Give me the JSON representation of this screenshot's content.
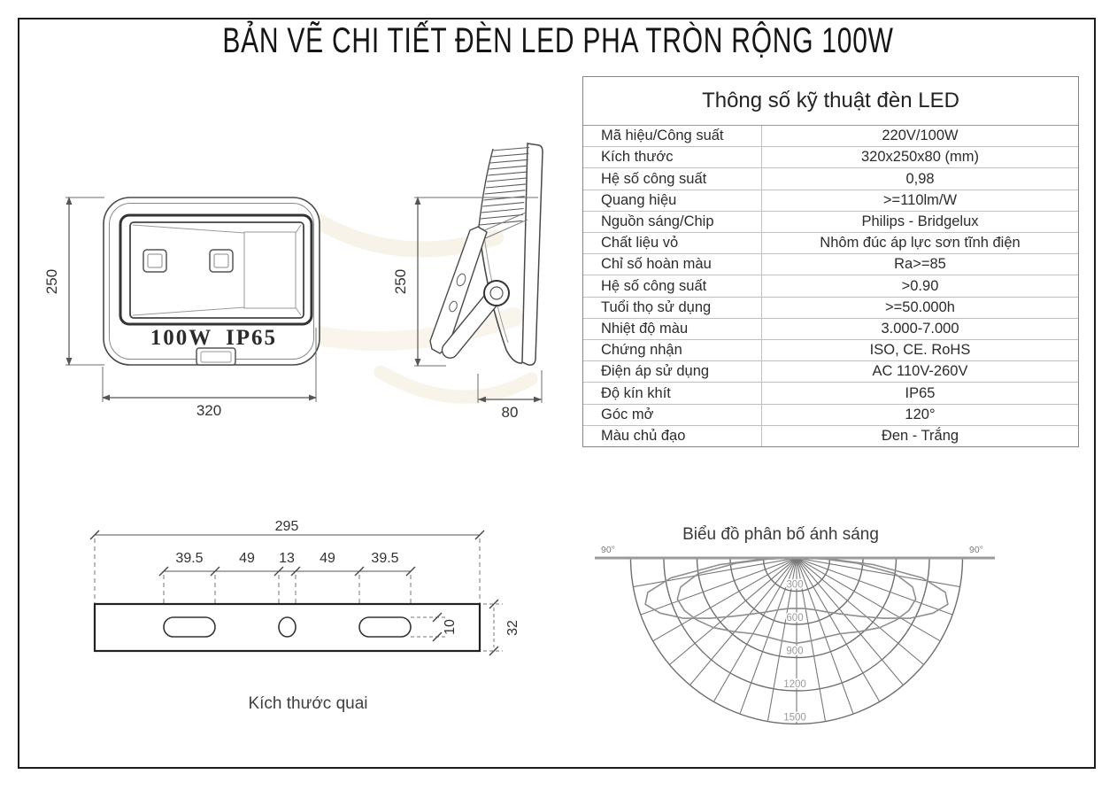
{
  "page": {
    "title": "BẢN VẼ CHI TIẾT ĐÈN LED PHA TRÒN RỘNG 100W"
  },
  "spec_table": {
    "title": "Thông số kỹ thuật đèn LED",
    "rows": [
      {
        "label": "Mã hiệu/Công suất",
        "value": "220V/100W"
      },
      {
        "label": "Kích thước",
        "value": "320x250x80 (mm)"
      },
      {
        "label": "Hệ số công suất",
        "value": "0,98"
      },
      {
        "label": "Quang hiệu",
        "value": ">=110lm/W"
      },
      {
        "label": "Nguồn sáng/Chip",
        "value": "Philips - Bridgelux"
      },
      {
        "label": "Chất liệu vỏ",
        "value": "Nhôm đúc áp lực sơn tĩnh điện"
      },
      {
        "label": "Chỉ số hoàn màu",
        "value": "Ra>=85"
      },
      {
        "label": "Hệ số công suất",
        "value": ">0.90"
      },
      {
        "label": "Tuổi thọ sử dụng",
        "value": ">=50.000h"
      },
      {
        "label": "Nhiệt độ màu",
        "value": "3.000-7.000"
      },
      {
        "label": "Chứng nhận",
        "value": "ISO, CE. RoHS"
      },
      {
        "label": "Điện áp sử dụng",
        "value": "AC 110V-260V"
      },
      {
        "label": "Độ kín khít",
        "value": "IP65"
      },
      {
        "label": "Góc mở",
        "value": "120°"
      },
      {
        "label": "Màu chủ đạo",
        "value": "Đen - Trắng"
      }
    ]
  },
  "front_view": {
    "height_dim": "250",
    "width_dim": "320",
    "marking_power": "100W",
    "marking_ip": "IP65"
  },
  "side_view": {
    "height_dim": "250",
    "depth_dim": "80"
  },
  "bracket": {
    "caption": "Kích thước quai",
    "overall_dim": "295",
    "segment_dims": [
      "39.5",
      "49",
      "13",
      "49",
      "39.5"
    ],
    "slot_height_dim": "10",
    "bar_height_dim": "32"
  },
  "chart_data": {
    "type": "polar-distribution",
    "title": "Biểu đồ phân bố ánh sáng",
    "angle_labels": [
      "90°",
      "90°"
    ],
    "rings": [
      300,
      600,
      900,
      1200,
      1500
    ],
    "radial_step_deg": 10,
    "max_value": 1500,
    "series": [
      {
        "name": "wide-beam-curve",
        "points": [
          [
            -90,
            0
          ],
          [
            -88,
            300
          ],
          [
            -85,
            700
          ],
          [
            -81,
            1150
          ],
          [
            -77,
            1380
          ],
          [
            -73,
            1430
          ],
          [
            -68,
            1330
          ],
          [
            -62,
            1160
          ],
          [
            -55,
            950
          ],
          [
            -48,
            790
          ],
          [
            -40,
            665
          ],
          [
            -30,
            565
          ],
          [
            -20,
            500
          ],
          [
            -10,
            465
          ],
          [
            0,
            455
          ],
          [
            10,
            465
          ],
          [
            20,
            500
          ],
          [
            30,
            565
          ],
          [
            40,
            665
          ],
          [
            48,
            790
          ],
          [
            55,
            950
          ],
          [
            62,
            1160
          ],
          [
            68,
            1330
          ],
          [
            73,
            1430
          ],
          [
            77,
            1380
          ],
          [
            81,
            1150
          ],
          [
            85,
            700
          ],
          [
            88,
            300
          ],
          [
            90,
            0
          ]
        ]
      },
      {
        "name": "narrow-beam-curve",
        "points": [
          [
            -90,
            0
          ],
          [
            -88,
            250
          ],
          [
            -85,
            550
          ],
          [
            -81,
            900
          ],
          [
            -76,
            1080
          ],
          [
            -71,
            1140
          ],
          [
            -65,
            1120
          ],
          [
            -58,
            1060
          ],
          [
            -50,
            980
          ],
          [
            -40,
            870
          ],
          [
            -30,
            790
          ],
          [
            -20,
            760
          ],
          [
            -10,
            760
          ],
          [
            0,
            770
          ],
          [
            10,
            760
          ],
          [
            20,
            760
          ],
          [
            30,
            790
          ],
          [
            40,
            870
          ],
          [
            50,
            980
          ],
          [
            58,
            1060
          ],
          [
            65,
            1120
          ],
          [
            71,
            1140
          ],
          [
            76,
            1080
          ],
          [
            81,
            900
          ],
          [
            85,
            550
          ],
          [
            88,
            250
          ],
          [
            90,
            0
          ]
        ]
      }
    ]
  },
  "colors": {
    "line_ink": "#4a4a4a",
    "grid_gray": "#6e6e6e",
    "curve_gray": "#8e8e8e",
    "watermark_tan": "#d9c28a"
  }
}
